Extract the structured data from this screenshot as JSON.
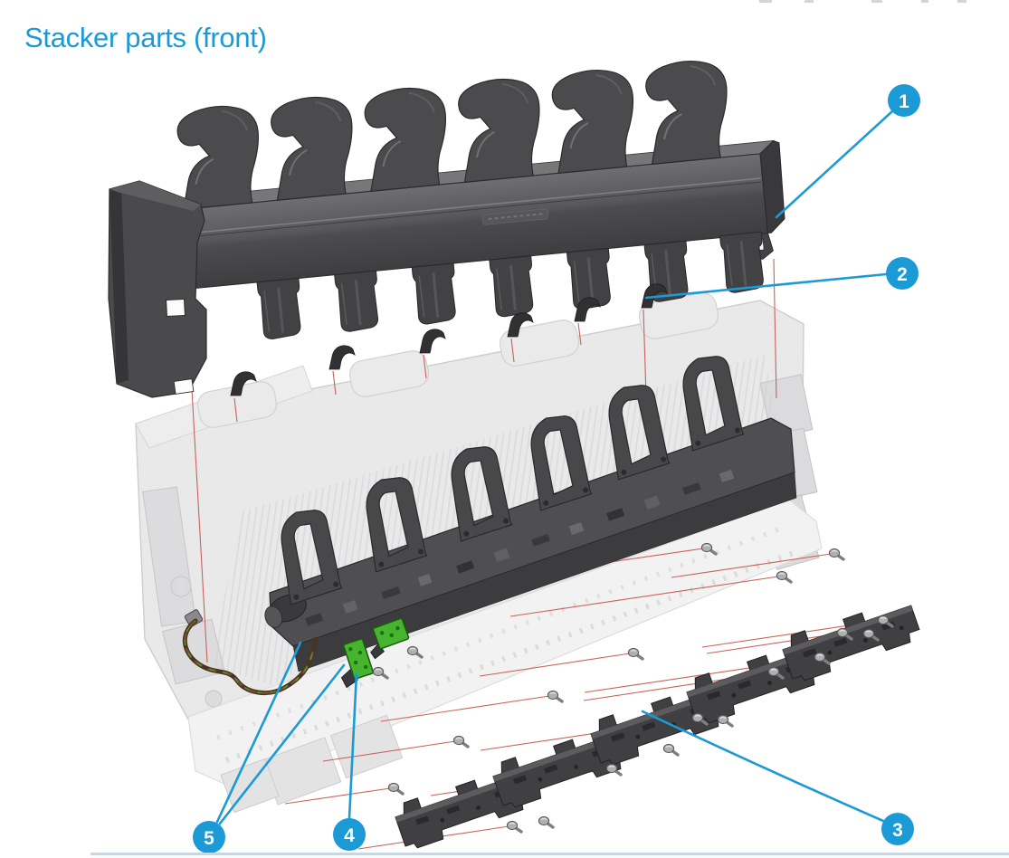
{
  "page": {
    "title": "Stacker parts (front)"
  },
  "figure": {
    "callouts": [
      {
        "label": "1"
      },
      {
        "label": "2"
      },
      {
        "label": "3"
      },
      {
        "label": "4"
      },
      {
        "label": "5"
      }
    ]
  },
  "colors": {
    "accent_blue": "#1B9AD6",
    "leader_red": "#C8625A",
    "pcb_green": "#46B42E",
    "cover_dark_gray": "#4A4A4D",
    "body_light_gray": "#E9E9EA",
    "divider_blue_gray": "#C7D8E2"
  }
}
